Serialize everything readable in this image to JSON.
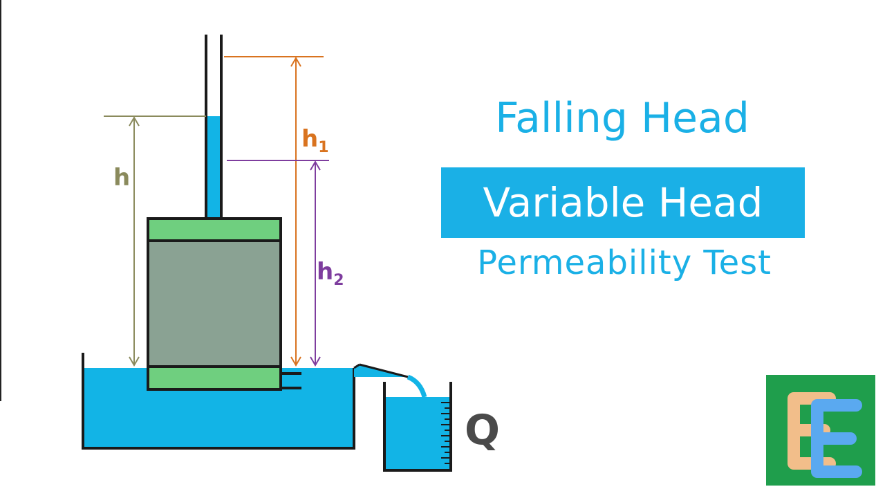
{
  "title": {
    "line1": "Falling Head",
    "line2": "Variable Head",
    "line3": "Permeability Test"
  },
  "labels": {
    "h": "h",
    "h1_main": "h",
    "h1_sub": "1",
    "h2_main": "h",
    "h2_sub": "2",
    "Q": "Q"
  },
  "logo": {
    "letter": "E",
    "name": "e-logo"
  },
  "colors": {
    "water": "#12b4e6",
    "filter_band": "#6fcf7f",
    "soil": "#8aa293",
    "outline": "#1a1a1a",
    "h_color": "#8a8a5c",
    "h1_color": "#d9731f",
    "h2_color": "#7e3d9e",
    "title_blue": "#1ab0e6",
    "logo_bg": "#1f9e4c",
    "logo_orange": "#f2be8a",
    "logo_blue": "#5aa9f0"
  }
}
